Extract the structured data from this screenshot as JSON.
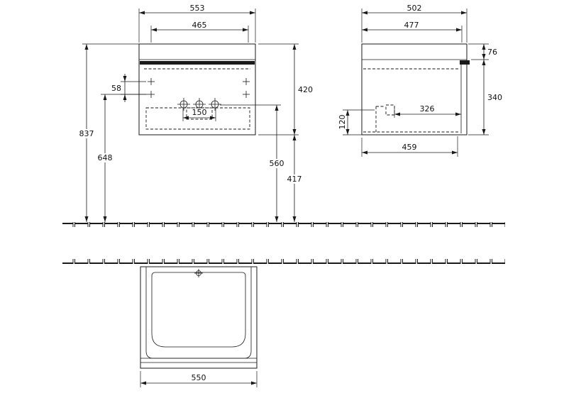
{
  "style": {
    "line_color": "#1a1a1a",
    "background": "#ffffff"
  },
  "dimensions": {
    "front": {
      "overall_width": "553",
      "inner_width": "465",
      "cabinet_height": "420",
      "mounting_offset": "58",
      "tap_hole_spacing": "150",
      "top_edge_height": "837",
      "mounting_height": "648",
      "tap_height": "560",
      "floor_clearance": "417"
    },
    "side": {
      "overall_depth": "502",
      "inner_depth": "477",
      "top_section_height": "76",
      "front_height": "340",
      "inner_clear_depth": "326",
      "recess_height": "120",
      "bottom_depth": "459"
    },
    "plan": {
      "overall_width": "550"
    }
  }
}
